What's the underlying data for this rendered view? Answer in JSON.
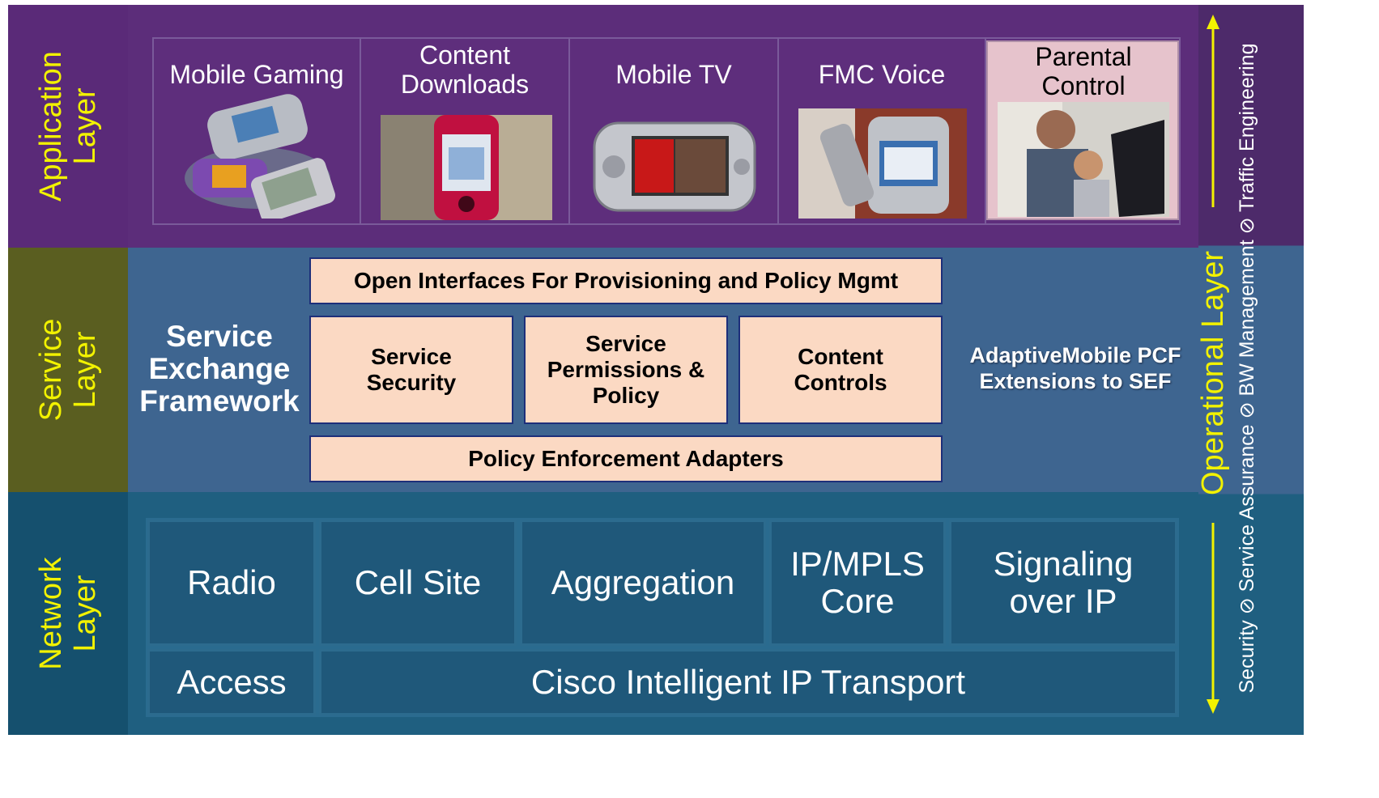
{
  "layers": {
    "application": "Application Layer",
    "service": "Service Layer",
    "network": "Network Layer",
    "operational": "Operational Layer"
  },
  "operational_side_text": "Security ⊘ Service Assurance ⊘ BW Management ⊘ Traffic Engineering",
  "apps": [
    {
      "label": "Mobile Gaming"
    },
    {
      "label": "Content Downloads"
    },
    {
      "label": "Mobile TV"
    },
    {
      "label": "FMC Voice"
    },
    {
      "label": "Parental Control"
    }
  ],
  "service": {
    "framework": "Service Exchange Framework",
    "open_interfaces": "Open Interfaces For Provisioning and Policy Mgmt",
    "boxes": [
      "Service Security",
      "Service Permissions & Policy",
      "Content Controls"
    ],
    "adapters": "Policy Enforcement Adapters",
    "pcf": "AdaptiveMobile PCF Extensions to SEF"
  },
  "network": {
    "cells": [
      "Radio",
      "Cell Site",
      "Aggregation",
      "IP/MPLS Core",
      "Signaling over IP"
    ],
    "access": "Access",
    "transport": "Cisco Intelligent IP Transport"
  },
  "colors": {
    "label_text": "#f2f200",
    "box_fill": "#fbd9c3",
    "app_band": "#5c2d7a",
    "service_band": "#3e6590",
    "network_band": "#1f5f80"
  }
}
